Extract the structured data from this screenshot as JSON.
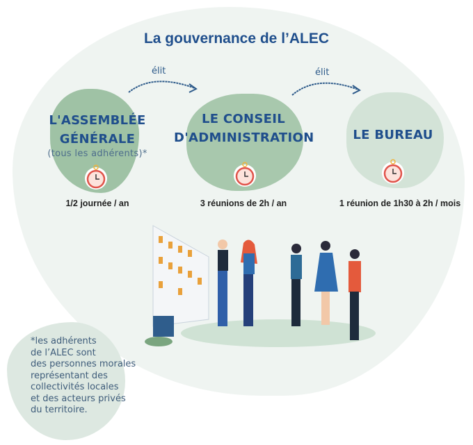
{
  "title": "La gouvernance de l’ALEC",
  "arrows": [
    {
      "label": "élit"
    },
    {
      "label": "élit"
    }
  ],
  "bodies": [
    {
      "line1": "L'ASSEMBLÉE",
      "line2": "GÉNÉRALE",
      "subtitle": "(tous les adhérents)*",
      "frequency": "1/2 journée / an"
    },
    {
      "line1": "LE CONSEIL",
      "line2": "D'ADMINISTRATION",
      "frequency": "3 réunions de 2h / an"
    },
    {
      "line1": "LE BUREAU",
      "frequency": "1 réunion de 1h30 à 2h / mois"
    }
  ],
  "footnote": [
    "*les adhérents",
    "de l’ALEC sont",
    "des personnes morales",
    "représentant des",
    "collectivités locales",
    "et des acteurs privés",
    "du territoire."
  ],
  "colors": {
    "title": "#1f4e8c",
    "blob": "#a3c6a8",
    "clock": "#e0534a"
  }
}
